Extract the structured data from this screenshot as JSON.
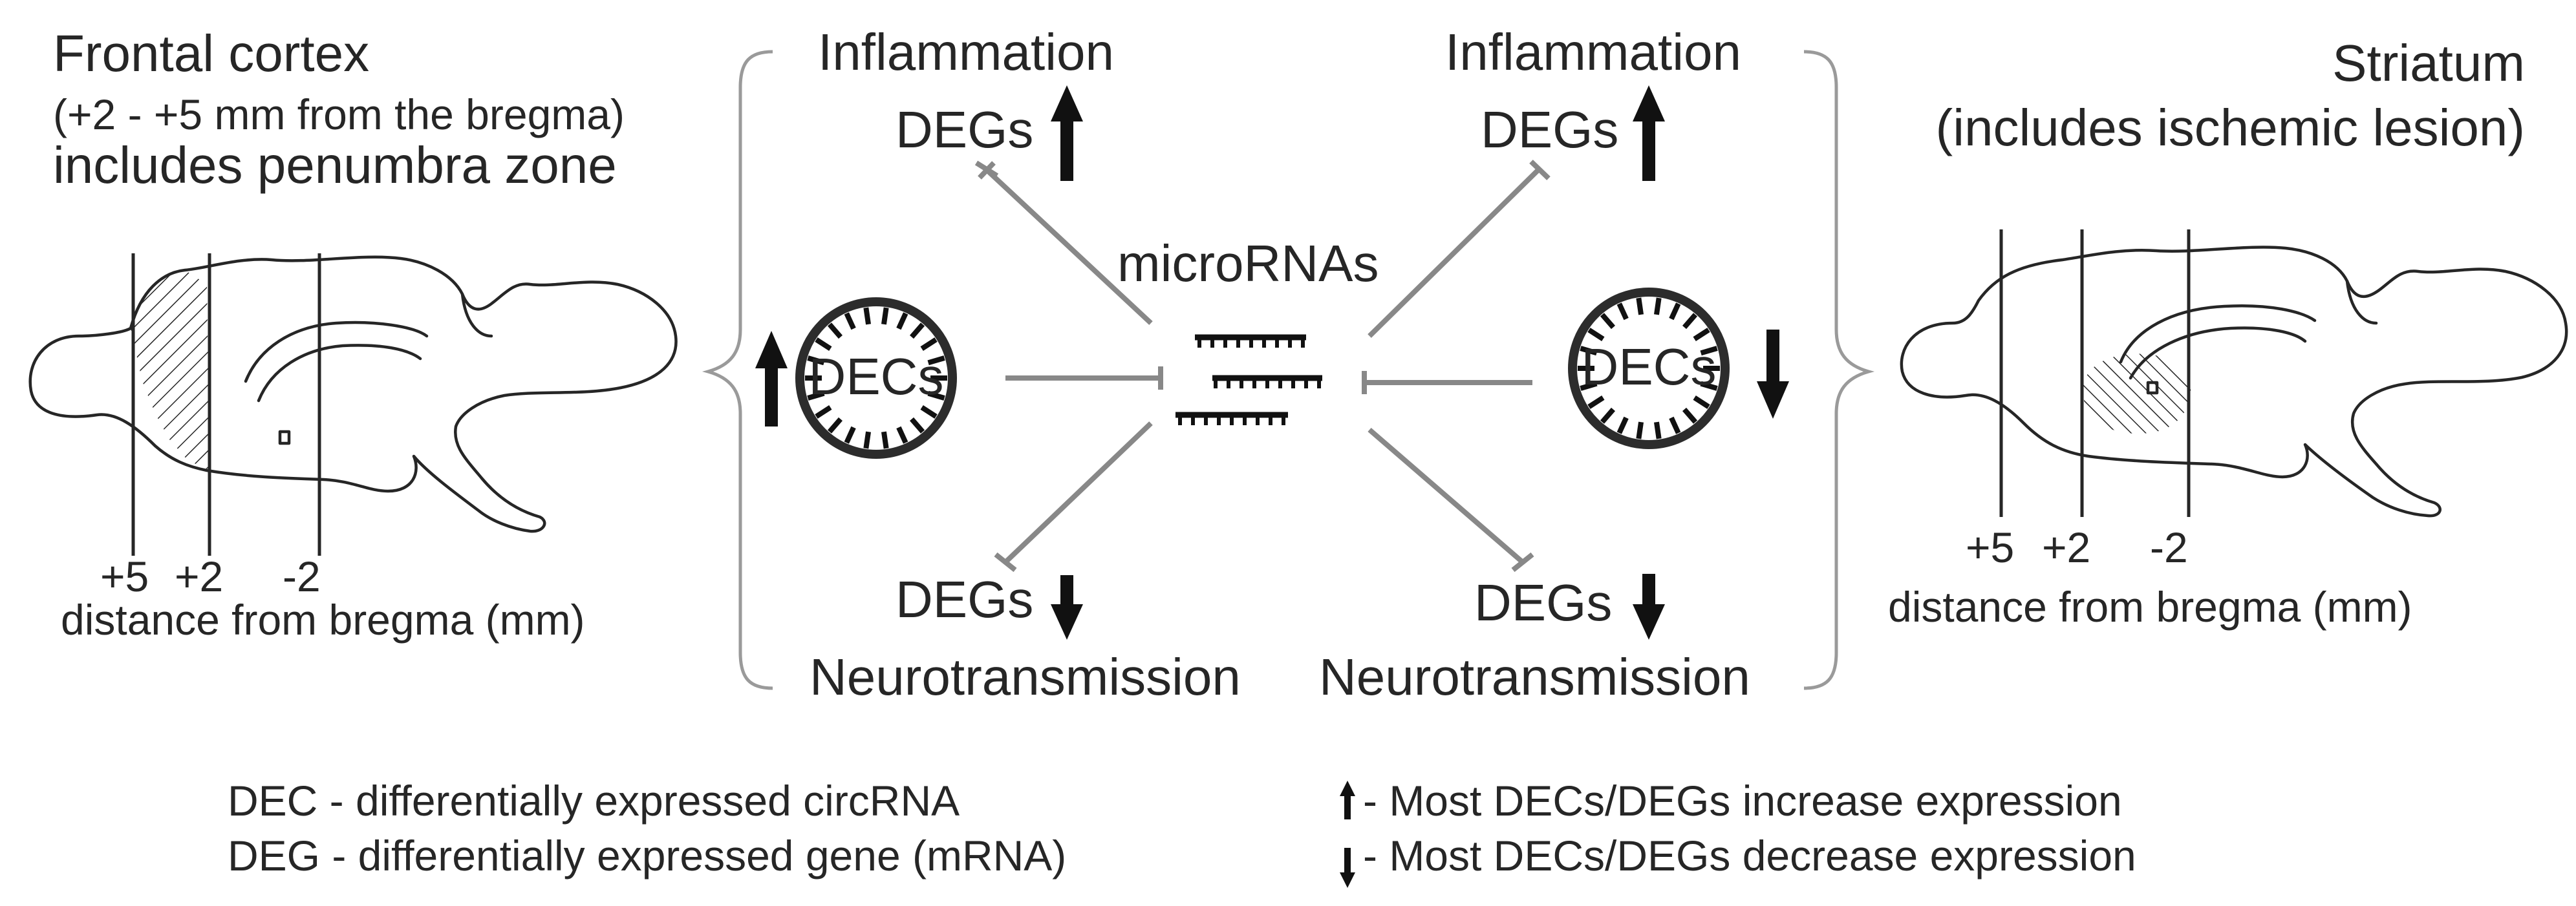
{
  "left_region": {
    "title": "Frontal cortex",
    "subtitle": "(+2 - +5 mm from the bregma)",
    "note": "includes penumbra zone",
    "ticks": [
      "+5",
      "+2",
      "-2"
    ],
    "axis_label": "distance from bregma (mm)"
  },
  "right_region": {
    "title": "Striatum",
    "subtitle": "(includes ischemic lesion)",
    "ticks": [
      "+5",
      "+2",
      "-2"
    ],
    "axis_label": "distance from bregma (mm)"
  },
  "center": {
    "mirna_label": "microRNAs",
    "left": {
      "top_process": "Inflammation",
      "top_degs": "DEGs",
      "decs": "DECs",
      "bottom_degs": "DEGs",
      "bottom_process": "Neurotransmission"
    },
    "right": {
      "top_process": "Inflammation",
      "top_degs": "DEGs",
      "decs": "DECs",
      "bottom_degs": "DEGs",
      "bottom_process": "Neurotransmission"
    }
  },
  "legend": {
    "dec_def": "DEC - differentially expressed circRNA",
    "deg_def": "DEG - differentially expressed gene (mRNA)",
    "up_text": "- Most DECs/DEGs increase expression",
    "down_text": "- Most DECs/DEGs decrease expression"
  },
  "colors": {
    "ink": "#262626",
    "line": "#888888",
    "brace": "#9a9a9a"
  },
  "icons": [
    "up-arrow-icon",
    "down-arrow-icon",
    "inhibition-bar-icon"
  ]
}
